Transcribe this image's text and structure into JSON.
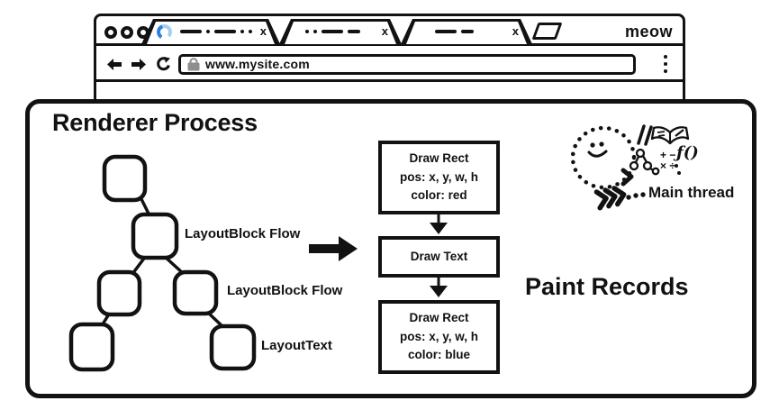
{
  "browser_window": {
    "brand": "meow",
    "tabs": [
      {
        "title_scribble": "long-dash dot long-dash dot dot",
        "loading": true,
        "close": "x"
      },
      {
        "title_scribble": "dot dot long-dash medium-dash",
        "loading": false,
        "close": "x"
      },
      {
        "title_scribble": "long-dash medium-dash",
        "loading": false,
        "close": "x"
      }
    ],
    "toolbar": {
      "url": "www.mysite.com"
    }
  },
  "renderer": {
    "title": "Renderer Process",
    "tree_labels": [
      "LayoutBlock Flow",
      "LayoutBlock Flow",
      "LayoutText"
    ],
    "paint": {
      "heading": "Paint Records",
      "records": [
        {
          "lines": [
            "Draw Rect",
            "pos: x, y, w, h",
            "color: red"
          ]
        },
        {
          "lines": [
            "Draw Text"
          ]
        },
        {
          "lines": [
            "Draw Rect",
            "pos: x, y, w, h",
            "color: blue"
          ]
        }
      ]
    },
    "main_thread": "Main thread",
    "doodles": {
      "math_row1": "+ −",
      "math_row2": "× ÷",
      "func": "ƒ()"
    }
  },
  "icons": {
    "traffic-lights-icon": "three outlined circles",
    "spinner-icon": "blue loading arc",
    "close-icon": "x",
    "new-tab-icon": "skewed parallelogram",
    "back-icon": "solid left arrow",
    "forward-icon": "solid right arrow",
    "reload-icon": "clockwise arc arrow",
    "lock-icon": "gray padlock",
    "menu-dots-icon": "vertical ellipsis dots",
    "smiley-thread-icon": "dotted circle smiley with pencil, book, tree, math and f() doodles",
    "chevron-arrows-icon": "triple chevrons with dotted trail"
  },
  "colors": {
    "ink": "#121212",
    "spinner_dark": "#2e82dc",
    "spinner_light": "#a6cdf2",
    "lock_gray": "#8e8e8e"
  }
}
